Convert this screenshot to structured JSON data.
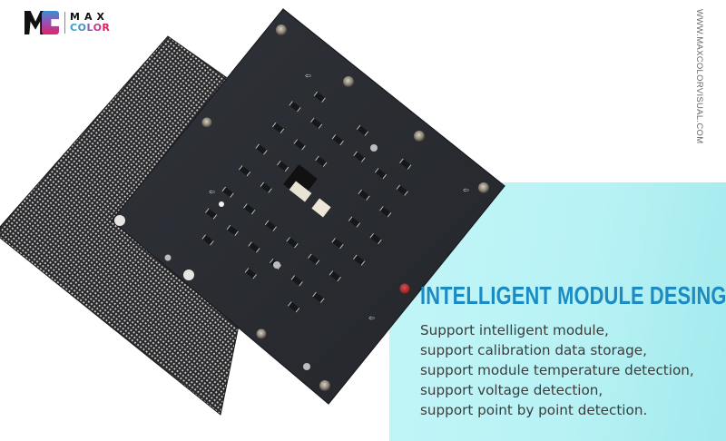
{
  "brand": {
    "logo_mark": "MC",
    "name_line1": "MAX",
    "name_line2_letters": [
      "C",
      "O",
      "L",
      "O",
      "R"
    ],
    "colors": {
      "gradient_top": "#3a8fd0",
      "gradient_bottom": "#e0236b",
      "separator": "#3aa6c9"
    }
  },
  "website": "WWW.MAXCOLORVISUAL.COM",
  "product_image": {
    "description": "LED display module: front LED pixel matrix panel and rear PCB with driver ICs, connectors and magnetic mounting posts",
    "led_panel_color": "#2a2a2c",
    "pcb_color": "#2b2e33"
  },
  "feature": {
    "title": "INTELLIGENT MODULE DESING",
    "lines": [
      "Support intelligent module,",
      "support calibration data storage,",
      "support module temperature detection,",
      "support voltage detection,",
      "support point by point detection."
    ],
    "title_color": "#1b8bc2",
    "panel_color": "#b8f2f5"
  }
}
